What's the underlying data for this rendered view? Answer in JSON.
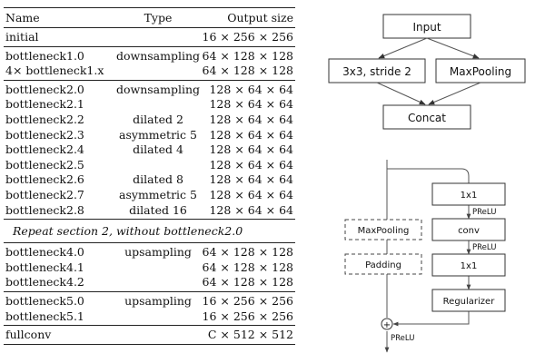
{
  "table": {
    "headers": {
      "name": "Name",
      "type": "Type",
      "output": "Output size"
    },
    "groups": [
      {
        "rows": [
          {
            "name": "initial",
            "type": "",
            "output": "16 × 256 × 256"
          }
        ]
      },
      {
        "rows": [
          {
            "name": "bottleneck1.0",
            "type": "downsampling",
            "output": "64 × 128 × 128"
          },
          {
            "name": "4× bottleneck1.x",
            "type": "",
            "output": "64 × 128 × 128"
          }
        ]
      },
      {
        "rows": [
          {
            "name": "bottleneck2.0",
            "type": "downsampling",
            "output": "128 × 64 × 64"
          },
          {
            "name": "bottleneck2.1",
            "type": "",
            "output": "128 × 64 × 64"
          },
          {
            "name": "bottleneck2.2",
            "type": "dilated 2",
            "output": "128 × 64 × 64"
          },
          {
            "name": "bottleneck2.3",
            "type": "asymmetric 5",
            "output": "128 × 64 × 64"
          },
          {
            "name": "bottleneck2.4",
            "type": "dilated 4",
            "output": "128 × 64 × 64"
          },
          {
            "name": "bottleneck2.5",
            "type": "",
            "output": "128 × 64 × 64"
          },
          {
            "name": "bottleneck2.6",
            "type": "dilated 8",
            "output": "128 × 64 × 64"
          },
          {
            "name": "bottleneck2.7",
            "type": "asymmetric 5",
            "output": "128 × 64 × 64"
          },
          {
            "name": "bottleneck2.8",
            "type": "dilated 16",
            "output": "128 × 64 × 64"
          }
        ]
      },
      {
        "note": "Repeat section 2, without bottleneck2.0"
      },
      {
        "rows": [
          {
            "name": "bottleneck4.0",
            "type": "upsampling",
            "output": "64 × 128 × 128"
          },
          {
            "name": "bottleneck4.1",
            "type": "",
            "output": "64 × 128 × 128"
          },
          {
            "name": "bottleneck4.2",
            "type": "",
            "output": "64 × 128 × 128"
          }
        ]
      },
      {
        "rows": [
          {
            "name": "bottleneck5.0",
            "type": "upsampling",
            "output": "16 × 256 × 256"
          },
          {
            "name": "bottleneck5.1",
            "type": "",
            "output": "16 × 256 × 256"
          }
        ]
      },
      {
        "rows": [
          {
            "name": "fullconv",
            "type": "",
            "output": "C × 512 × 512"
          }
        ]
      }
    ]
  },
  "initial_block": {
    "input": "Input",
    "conv": "3x3, stride 2",
    "maxpool": "MaxPooling",
    "concat": "Concat"
  },
  "bottleneck_block": {
    "side_maxpool": "MaxPooling",
    "side_padding": "Padding",
    "main_1x1_a": "1x1",
    "prelu_1": "PReLU",
    "conv": "conv",
    "prelu_2": "PReLU",
    "main_1x1_b": "1x1",
    "regularizer": "Regularizer",
    "add_symbol": "+",
    "prelu_out": "PReLU"
  }
}
